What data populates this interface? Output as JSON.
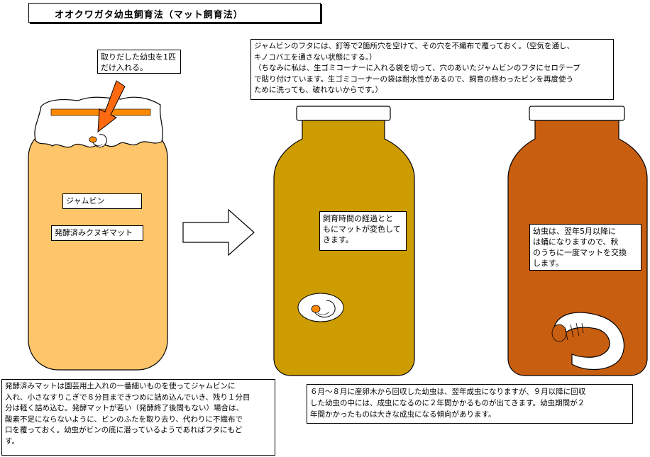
{
  "title": "オオクワガタ幼虫飼育法（マット飼育法）",
  "labels": {
    "callout_larva": "取りだした幼虫を1匹\nだけ入れる。",
    "jar_label": "ジャムビン",
    "mat_label": "発酵済みクヌギマット",
    "lid_note": "ジャムビンのフタには、釘等で2箇所穴を空けて、その穴を不織布で覆っておく。（空気を通し、\nキノコバエを通さない状態にする。）\n（ちなみに私は、生ゴミコーナーに入れる袋を切って、穴のあいたジャムビンのフタにセロテープ\nで貼り付けています。生ゴミコーナーの袋は耐水性があるので、飼育の終わったビンを再度使う\nために洗っても、破れないからです。）",
    "discolor_note": "飼育時間の経過とと\nもにマットが変色して\nきます。",
    "pupa_note": "幼虫は、翌年5月以降に\nは蛹になりますので、秋\nのうちに一度マットを交換\nします。",
    "packing_note": "発酵済みマットは園芸用土入れの一番細いものを使ってジャムビンに\n入れ、小さなすりこぎで８分目まできつめに詰め込んでいき、残り１分目\n分は軽く詰め込む。発酵マットが若い（発酵終了後間もない）場合は、\n酸素不足にならないように、ビンのふたを取り去り、代わりに不織布で\n口を覆っておく。幼虫がビンの底に潜っているようであればフタにもど\nす。",
    "period_note": "６月～８月に産卵木から回収した幼虫は、翌年成虫になりますが、９月以降に回収\nした幼虫の中には、成虫になるのに２年間かかるものが出てきます。幼虫期間が２\n年間かかったものは大きな成虫になる傾向があります。"
  },
  "colors": {
    "mat_fresh": "#ffc56a",
    "mat_mid": "#cc9c00",
    "mat_old": "#c85e10",
    "arrow_orange": "#ff6a10",
    "band_orange": "#ff8a00",
    "lid": "#ffffff"
  }
}
